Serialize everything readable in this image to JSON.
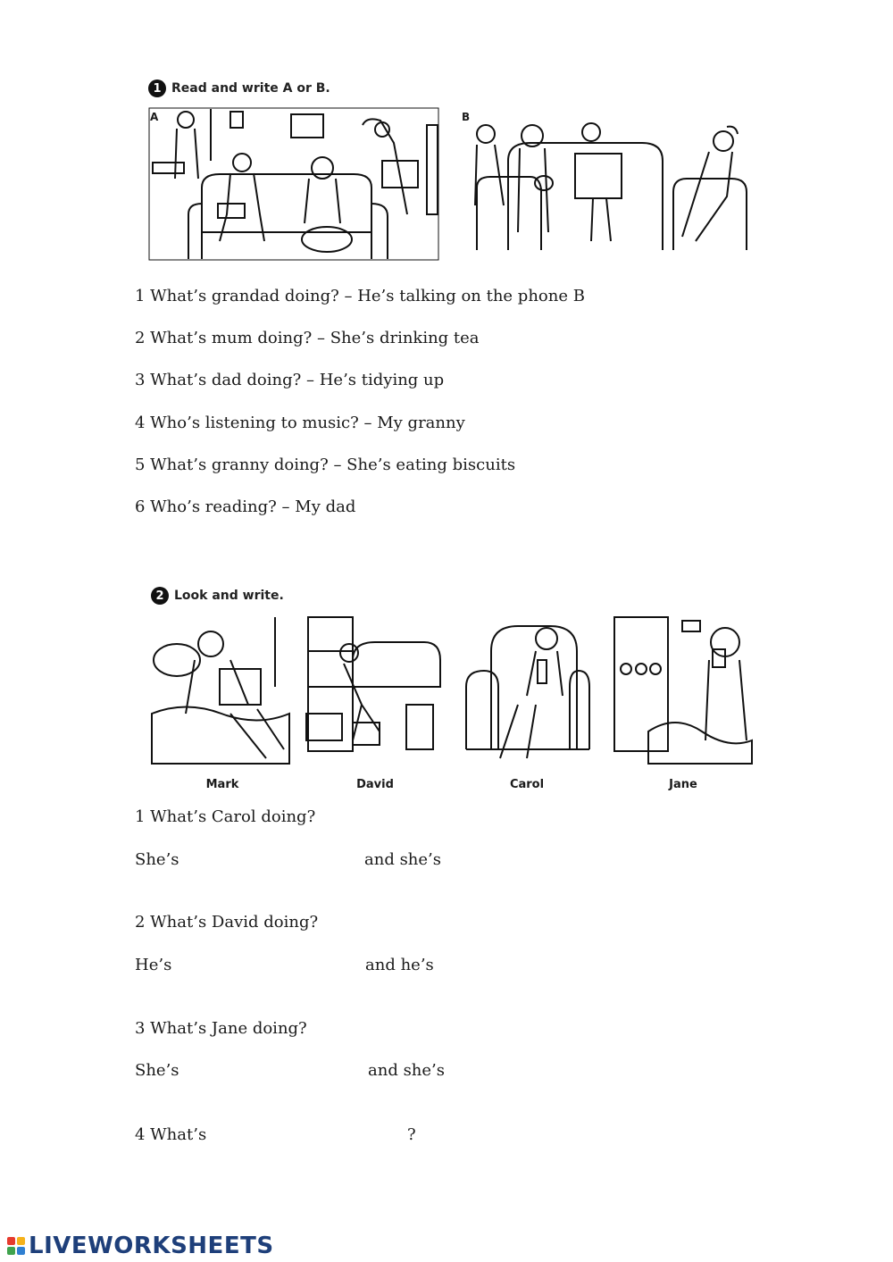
{
  "exercise1": {
    "number": "1",
    "instruction": "Read and write A or B.",
    "panel_a_label": "A",
    "panel_b_label": "B",
    "items": [
      "1 What’s grandad doing? – He’s talking on the phone  B",
      "2 What’s mum doing? – She’s drinking tea",
      "3 What’s dad doing? – He’s tidying up",
      "4 Who’s listening to music? – My granny",
      "5 What’s granny doing? – She’s eating biscuits",
      "6 Who’s reading? – My dad"
    ]
  },
  "exercise2": {
    "number": "2",
    "instruction": "Look and write.",
    "names": [
      "Mark",
      "David",
      "Carol",
      "Jane"
    ],
    "q1": {
      "question": "1 What’s Carol doing?",
      "left": "She’s",
      "right": "and she’s"
    },
    "q2": {
      "question": "2 What’s David doing?",
      "left": "He’s",
      "right": "and he’s"
    },
    "q3": {
      "question": "3 What’s Jane doing?",
      "left": "She’s",
      "right": "and she’s"
    },
    "q4": {
      "left": "4 What’s",
      "right": "?"
    }
  },
  "footer": {
    "logo_text": "LIVEWORKSHEETS",
    "logo_colors": [
      "#e63b2e",
      "#f6b21a",
      "#3fa34d",
      "#2f7fd1"
    ]
  }
}
